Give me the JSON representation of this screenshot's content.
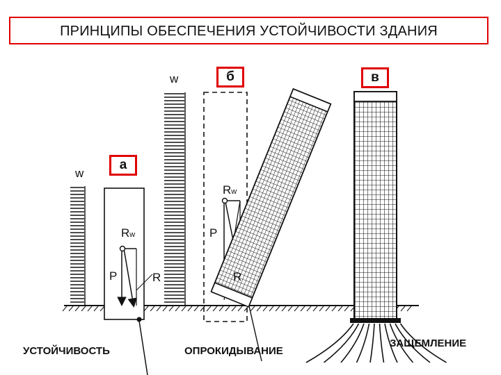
{
  "title": "ПРИНЦИПЫ ОБЕСПЕЧЕНИЯ УСТОЙЧИВОСТИ ЗДАНИЯ",
  "panels": [
    {
      "tag": "а",
      "caption": "УСТОЙЧИВОСТЬ"
    },
    {
      "tag": "б",
      "caption": "ОПРОКИДЫВАНИЕ"
    },
    {
      "tag": "в",
      "caption": "ЗАЩЕМЛЕНИЕ"
    }
  ],
  "labels": {
    "wind": "w",
    "resultant_main": "R",
    "resultant_sub": "w",
    "weight": "P",
    "reaction": "R"
  },
  "colors": {
    "accent": "#e00000",
    "ink": "#111111"
  }
}
